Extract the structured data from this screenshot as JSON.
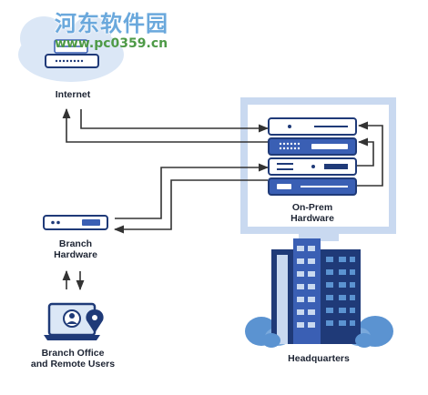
{
  "watermark": {
    "site_name": "河东软件园",
    "site_url": "www.pc0359.cn"
  },
  "nodes": {
    "internet": "Internet",
    "on_prem_line1": "On-Prem",
    "on_prem_line2": "Hardware",
    "branch_line1": "Branch",
    "branch_line2": "Hardware",
    "users_line1": "Branch Office",
    "users_line2": "and Remote Users",
    "hq": "Headquarters"
  },
  "colors": {
    "navy": "#1f3a78",
    "blue": "#3a5fb4",
    "light_blue": "#c9d9f0",
    "cloud": "#dbe7f6",
    "bush": "#5b93d1",
    "arrow": "#333333"
  }
}
